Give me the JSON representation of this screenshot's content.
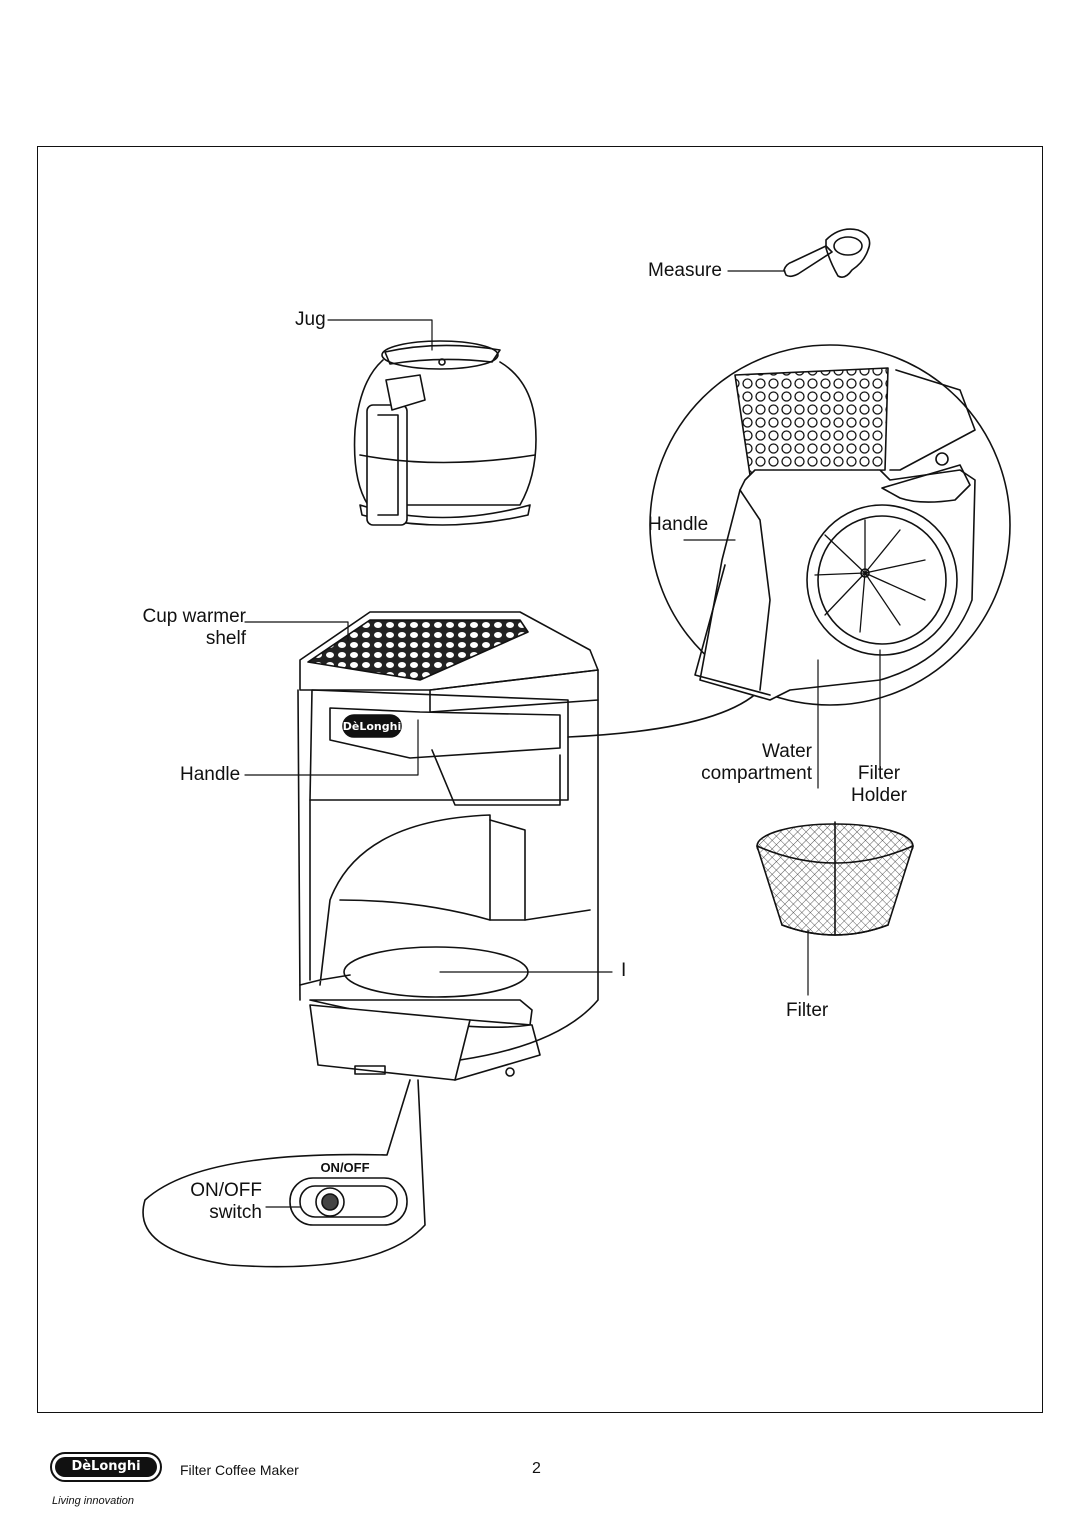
{
  "labels": {
    "measure": "Measure",
    "jug": "Jug",
    "handle_detail": "Handle",
    "cup_warmer_line1": "Cup warmer",
    "cup_warmer_line2": "shelf",
    "handle_main": "Handle",
    "water_line1": "Water",
    "water_line2": "compartment",
    "filter_holder_line1": "Filter",
    "filter_holder_line2": "Holder",
    "one": "I",
    "filter": "Filter",
    "onoff_line1": "ON/OFF",
    "onoff_line2": "switch",
    "onoff_panel": "ON/OFF"
  },
  "footer": {
    "brand": "DèLonghi",
    "tagline": "Living innovation",
    "title": "Filter Coffee Maker",
    "page": "2"
  },
  "product_badge": "DèLonghi"
}
